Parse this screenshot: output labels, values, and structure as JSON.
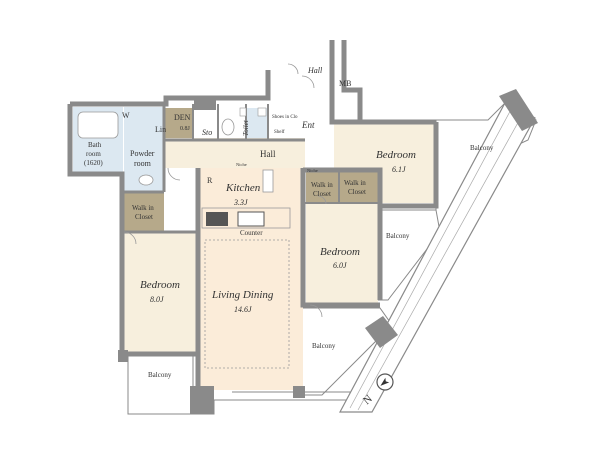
{
  "colors": {
    "living": "#fbecd9",
    "bedroom": "#f7efdd",
    "wet": "#dce8f1",
    "storage": "#b6a98a",
    "balcony": "#ffffff",
    "wall": "#8a8a8a"
  },
  "rooms": {
    "hall_top": "Hall",
    "mb": "MB",
    "w": "W",
    "den_line1": "DEN",
    "den_line2": "0.8J",
    "lin": "Lin",
    "sto": "Sto",
    "toilet": "Toilet",
    "shoes_in_clo": "Shoes in Clo",
    "shelf": "Shelf",
    "ent": "Ent",
    "bath_line1": "Bath",
    "bath_line2": "room",
    "bath_line3": "(1620)",
    "powder_line1": "Powder",
    "powder_line2": "room",
    "hall_mid": "Hall",
    "bedroom_ne": "Bedroom",
    "bedroom_ne_size": "6.1J",
    "balcony_ne": "Balcony",
    "r": "R",
    "kitchen": "Kitchen",
    "kitchen_size": "3.3J",
    "niche": "Niche",
    "counter": "Counter",
    "walkin_1_line1": "Walk in",
    "walkin_1_line2": "Closet",
    "walkin_2_line1": "Walk in",
    "walkin_2_line2": "Closet",
    "walkin_3_line1": "Walk in",
    "walkin_3_line2": "Closet",
    "bedroom_mid": "Bedroom",
    "bedroom_mid_size": "6.0J",
    "balcony_e": "Balcony",
    "bedroom_w": "Bedroom",
    "bedroom_w_size": "8.0J",
    "living": "Living Dining",
    "living_size": "14.6J",
    "balcony_s": "Balcony",
    "balcony_sw": "Balcony",
    "compass_n": "N"
  }
}
